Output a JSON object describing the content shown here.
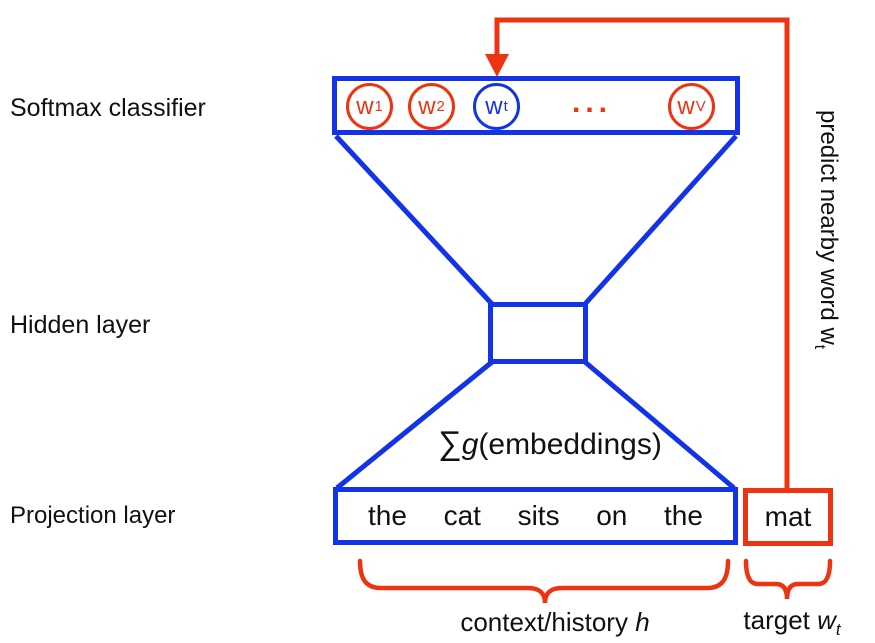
{
  "colors": {
    "blue": "#1233e8",
    "red": "#ee3311",
    "text": "#111111"
  },
  "layer_labels": {
    "softmax": "Softmax classifier",
    "hidden": "Hidden layer",
    "projection": "Projection layer"
  },
  "softmax_layer": {
    "circles": [
      {
        "base": "w",
        "sub": "1",
        "color": "red"
      },
      {
        "base": "w",
        "sub": "2",
        "color": "red"
      },
      {
        "base": "w",
        "sub": "t",
        "color": "blue"
      },
      {
        "base": "w",
        "sub": "V",
        "color": "red"
      }
    ],
    "ellipsis": "..."
  },
  "formula": {
    "sum": "∑",
    "g": "g",
    "rest": "(embeddings)"
  },
  "projection_layer": {
    "words": [
      "the",
      "cat",
      "sits",
      "on",
      "the"
    ],
    "target_word": "mat"
  },
  "annotations": {
    "predict_edge": {
      "text": "predict nearby word w",
      "sub": "t"
    },
    "context_brace": {
      "text": "context/history ",
      "var": "h"
    },
    "target_brace": {
      "text": "target ",
      "var": "w",
      "sub": "t"
    }
  }
}
